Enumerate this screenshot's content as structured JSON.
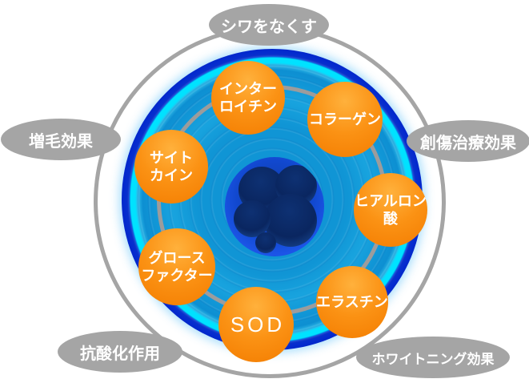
{
  "diagram": {
    "description": "Cell growth-factor diagram: orange factor bubbles orbit a cell, gray effect labels orbit outside",
    "center": {
      "illustration": "cell-with-nuclei"
    },
    "factors": [
      {
        "id": "interleukin",
        "lines": [
          "インター",
          "ロイチン"
        ]
      },
      {
        "id": "collagen",
        "lines": [
          "コラーゲン"
        ]
      },
      {
        "id": "hyaluronic-acid",
        "lines": [
          "ヒアルロン",
          "酸"
        ]
      },
      {
        "id": "elastin",
        "lines": [
          "エラスチン"
        ]
      },
      {
        "id": "sod",
        "lines": [
          "SOD"
        ]
      },
      {
        "id": "growth-factor",
        "lines": [
          "グロース",
          "ファクター"
        ]
      },
      {
        "id": "cytokine",
        "lines": [
          "サイト",
          "カイン"
        ]
      }
    ],
    "effects": [
      {
        "id": "wrinkle-removal",
        "label": "シワをなくす"
      },
      {
        "id": "hair-growth",
        "label": "増毛効果"
      },
      {
        "id": "wound-healing",
        "label": "創傷治療効果"
      },
      {
        "id": "antioxidant",
        "label": "抗酸化作用"
      },
      {
        "id": "whitening",
        "label": "ホワイトニング効果"
      }
    ],
    "colors": {
      "bubble_orange": "#f57c00",
      "disc_blue": "#1095d5",
      "edge_ring_cyan": "#00e2ff",
      "edge_ring_blue": "#0127cc",
      "cell_navy": "#0a2660",
      "cell_membrane_blue": "#1c55e8",
      "ring_gray": "#a5a5a5",
      "label_text": "#ffffff"
    }
  }
}
